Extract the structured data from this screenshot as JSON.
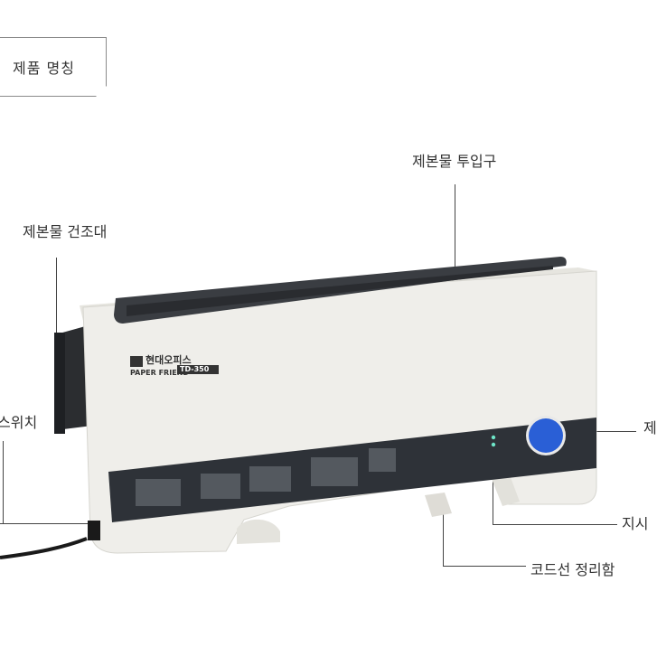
{
  "title": "제품 명칭",
  "labels": {
    "input_slot": "제본물 투입구",
    "dryer": "제본물 건조대",
    "switch": "스위치",
    "right_top": "제",
    "indicator": "지시",
    "cord": "코드선 정리함"
  },
  "device": {
    "brand": "현대오피스",
    "product": "PAPER FRIEND",
    "model": "TD-350"
  },
  "colors": {
    "body": "#ecebe6",
    "panel": "#2e3238",
    "dial": "#2a5fd6",
    "tray": "#3a3d42"
  }
}
